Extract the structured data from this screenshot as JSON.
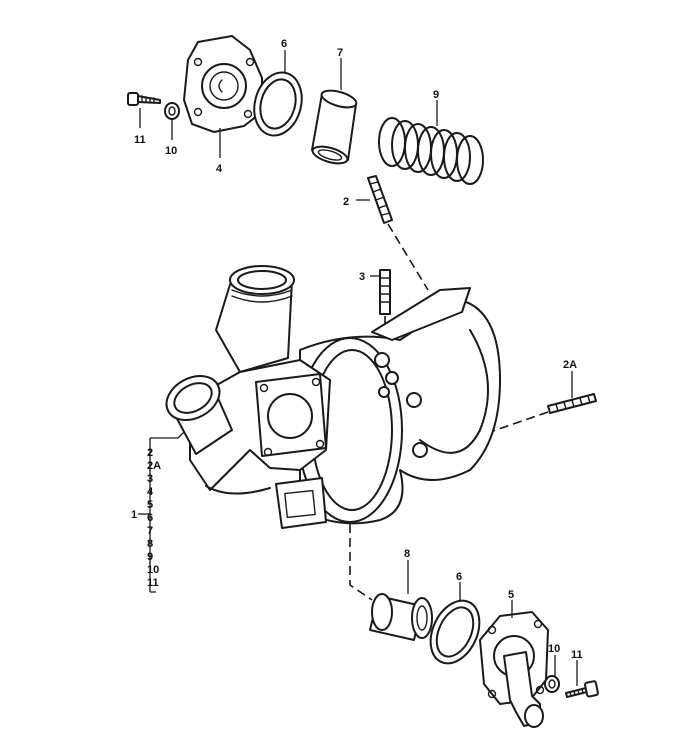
{
  "callouts": {
    "c11a": "11",
    "c10a": "10",
    "c4": "4",
    "c6a": "6",
    "c7": "7",
    "c9": "9",
    "c2": "2",
    "c3": "3",
    "c2A": "2A",
    "c8": "8",
    "c6b": "6",
    "c5": "5",
    "c10b": "10",
    "c11b": "11"
  },
  "kit": {
    "label": "1",
    "items": [
      "2",
      "2A",
      "3",
      "4",
      "5",
      "6",
      "7",
      "8",
      "9",
      "10",
      "11"
    ]
  }
}
